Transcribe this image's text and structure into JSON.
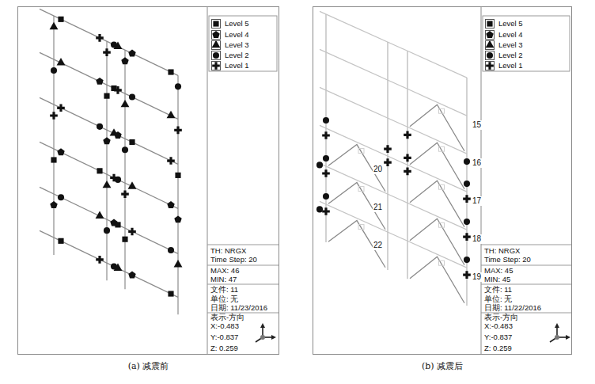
{
  "diagram": {
    "nodes": [
      {
        "text": [
          "(a) 减震前"
        ]
      },
      {
        "text": [
          "(b) 减震后"
        ]
      }
    ],
    "labels": [
      "TH: NRGX",
      "Time Step: 20",
      "MAX: 46",
      "MIN: 47",
      "文件: 11",
      "单位: 无",
      "日期: 11/23/2016",
      "表示-方向",
      "X:-0.483",
      "Y:-0.837",
      "Z: 0.259",
      "TH: NRGX",
      "Time Step: 20",
      "MAX: 45",
      "MIN: 45",
      "文件: 11",
      "单位: 无",
      "日期: 11/22/2016",
      "表示-方向",
      "X:-0.483",
      "Y:-0.837",
      "Z: 0.259",
      "15",
      "16",
      "17",
      "18",
      "19",
      "20",
      "21",
      "22"
    ],
    "legend": [
      {
        "text": "Level 5"
      },
      {
        "text": "Level 4"
      },
      {
        "text": "Level 3"
      },
      {
        "text": "Level 2"
      },
      {
        "text": "Level 1"
      },
      {
        "text": "Level 5"
      },
      {
        "text": "Level 4"
      },
      {
        "text": "Level 3"
      },
      {
        "text": "Level 2"
      },
      {
        "text": "Level 1"
      }
    ]
  }
}
